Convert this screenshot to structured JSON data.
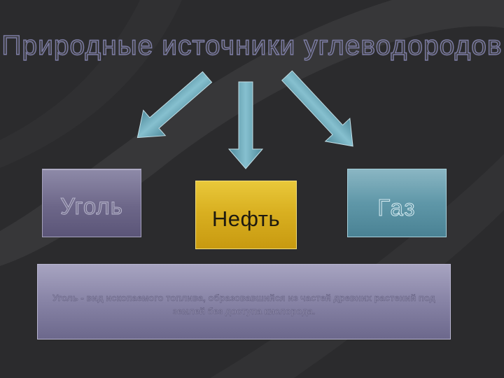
{
  "slide": {
    "title": "Природные источники углеводородов"
  },
  "sources": {
    "coal": "Уголь",
    "oil": "Нефть",
    "gas": "Газ"
  },
  "description": "Уголь - вид ископаемого топлива, образовавшийся из частей древних растений под землей без доступа кислорода.",
  "colors": {
    "background": "#2b2b2d",
    "coal_box": "#6d6789",
    "oil_box": "#d9b021",
    "gas_box": "#5f97a8",
    "arrow": "#6aa6b7",
    "description_box": "#8a86a8"
  }
}
